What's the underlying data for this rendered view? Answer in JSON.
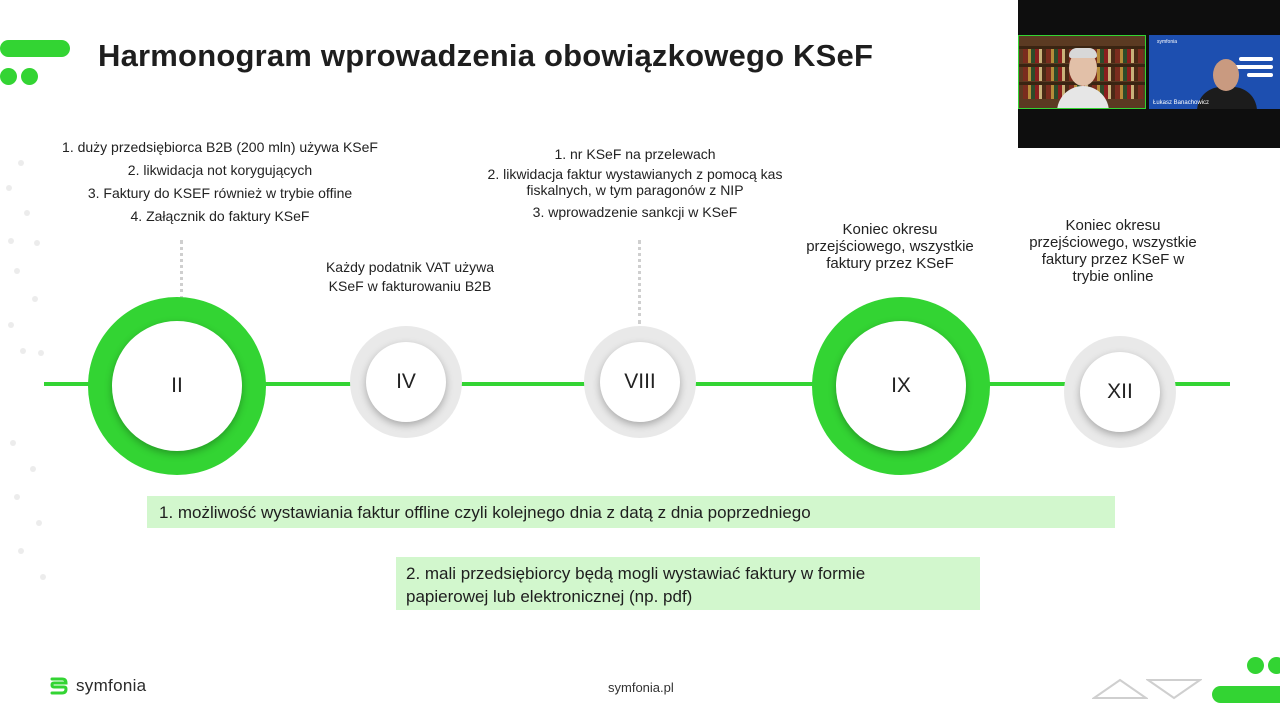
{
  "slide": {
    "title": "Harmonogram wprowadzenia obowiązkowego KSeF",
    "notes": {
      "ii": [
        "1.   duży przedsiębiorca B2B (200 mln) używa KSeF",
        "2.   likwidacja not korygujących",
        "3.   Faktury do KSEF również w trybie offine",
        "4.   Załącznik do faktury KSeF"
      ],
      "iv": [
        "Każdy podatnik VAT używa",
        "KSeF w fakturowaniu B2B"
      ],
      "viii": [
        "1.   nr KSeF na przelewach",
        "2.   likwidacja faktur wystawianych z pomocą kas",
        "fiskalnych, w tym paragonów z NIP",
        "3.   wprowadzenie sankcji w KSeF"
      ],
      "ix": [
        "Koniec okresu",
        "przejściowego, wszystkie",
        "faktury przez KSeF"
      ],
      "xii": [
        "Koniec okresu",
        "przejściowego, wszystkie",
        "faktury przez KSeF w",
        "trybie online"
      ]
    },
    "milestones": {
      "ii": "II",
      "iv": "IV",
      "viii": "VIII",
      "ix": "IX",
      "xii": "XII"
    },
    "boxes": {
      "first": "1. możliwość wystawiania faktur offline czyli kolejnego dnia z datą z dnia poprzedniego",
      "second": [
        "2. mali przedsiębiorcy będą mogli wystawiać faktury w formie",
        "papierowej lub elektronicznej (np. pdf)"
      ]
    },
    "footer": {
      "brand": "symfonia",
      "url": "symfonia.pl",
      "logo_icon": "symfonia-logo-icon"
    },
    "colors": {
      "accent_green": "#33d433",
      "box_green": "#d2f7cd",
      "milestone_grey": "#e9e9e9"
    }
  },
  "video_call": {
    "participants": [
      {
        "name": "",
        "tile": "left"
      },
      {
        "name": "Łukasz Banachowicz",
        "tile": "right"
      }
    ],
    "brand_watermark": "symfonia"
  }
}
